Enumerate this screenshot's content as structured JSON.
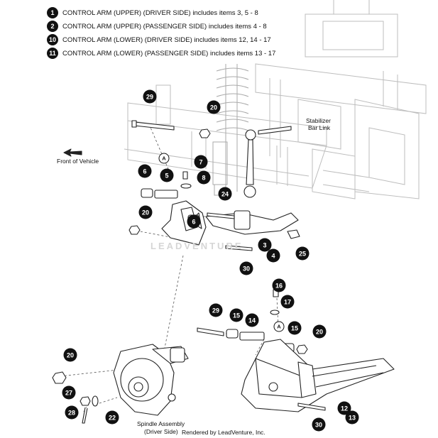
{
  "legend": [
    {
      "num": "1",
      "text": "CONTROL ARM (UPPER) (DRIVER SIDE) includes items 3, 5 - 8"
    },
    {
      "num": "2",
      "text": "CONTROL ARM (UPPER) (PASSENGER SIDE) includes items 4 - 8"
    },
    {
      "num": "10",
      "text": "CONTROL ARM (LOWER) (DRIVER SIDE) includes items 12, 14 - 17"
    },
    {
      "num": "11",
      "text": "CONTROL ARM (LOWER) (PASSENGER SIDE) includes items 13 - 17"
    }
  ],
  "callouts": [
    "29",
    "20",
    "7",
    "6",
    "5",
    "8",
    "24",
    "20",
    "6",
    "3",
    "4",
    "25",
    "30",
    "16",
    "17",
    "29",
    "15",
    "14",
    "15",
    "20",
    "12",
    "13",
    "30",
    "20",
    "27",
    "28",
    "22"
  ],
  "reference_marks": [
    "A",
    "A"
  ],
  "labels": {
    "front_of_vehicle": "Front of Vehicle",
    "stabilizer_line1": "Stabilizer",
    "stabilizer_line2": "Bar Link",
    "spindle_line1": "Spindle Assembly",
    "spindle_line2": "(Driver Side)"
  },
  "watermark": "LEADVENTURE",
  "credit": "Rendered by LeadVenture, Inc."
}
